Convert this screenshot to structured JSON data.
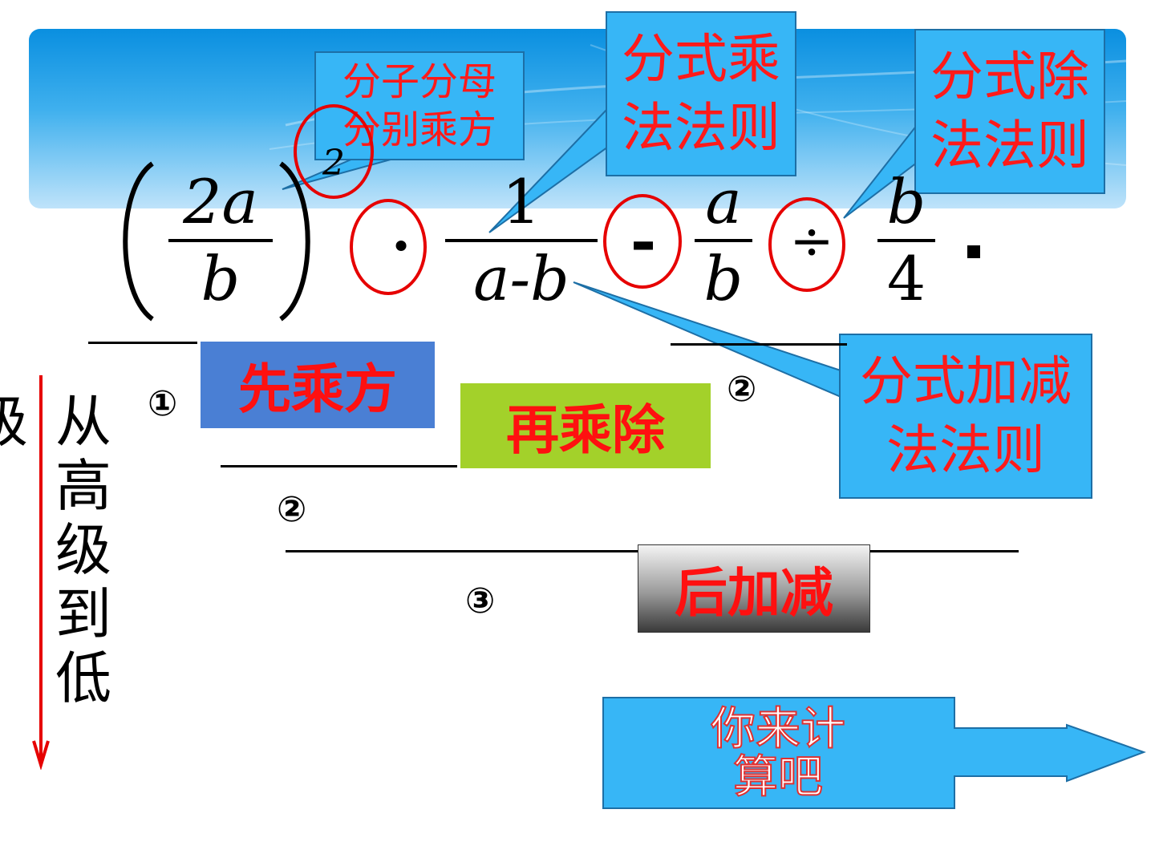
{
  "callouts": {
    "square_rule": [
      "分子分母",
      "分别乘方"
    ],
    "multiply_rule": [
      "分式乘",
      "法法则"
    ],
    "divide_rule": [
      "分式除",
      "法法则"
    ],
    "add_sub_rule": [
      "分式加减",
      "法法则"
    ]
  },
  "expression": {
    "frac1_num": "2a",
    "frac1_den": "b",
    "exponent": "2",
    "dot": "·",
    "frac2_num": "1",
    "frac2_den": "a-b",
    "minus": "-",
    "frac3_num": "a",
    "frac3_den": "b",
    "divide": "÷",
    "frac4_num": "b",
    "frac4_den": "4",
    "end_mark": "."
  },
  "steps": {
    "step1_label": "先乘方",
    "step2_label": "再乘除",
    "step3_label": "后加减",
    "num1": "①",
    "num2a": "②",
    "num2b": "②",
    "num3": "③"
  },
  "order_text": {
    "left_partial": "级",
    "vertical": "从高级到低"
  },
  "next_button": {
    "label_line1": "你来计",
    "label_line2": "算吧"
  },
  "colors": {
    "callout_fill": "#37b6f6",
    "callout_text": "#ff1a1a",
    "step1_fill": "#4a7fd4",
    "step2_fill": "#a3d12a",
    "ring": "#e60000"
  }
}
